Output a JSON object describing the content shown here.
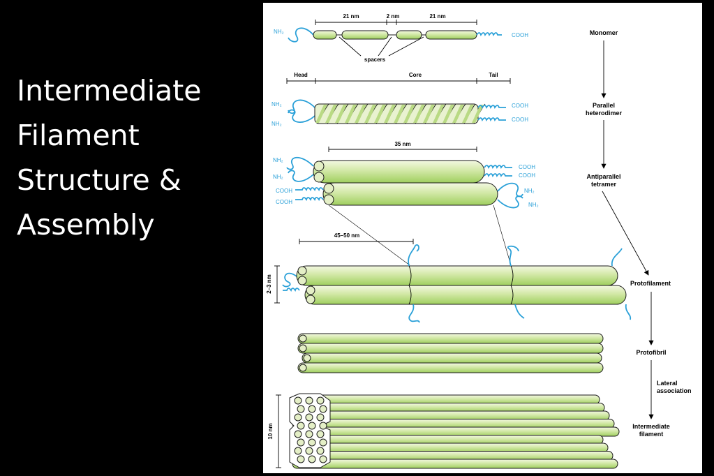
{
  "slide": {
    "title_lines": [
      "Intermediate",
      "Filament",
      "Structure &",
      "Assembly"
    ]
  },
  "figure": {
    "monomer": {
      "dim_left": "21 nm",
      "dim_mid": "2 nm",
      "dim_right": "21 nm",
      "spacers": "spacers",
      "nh2": "NH₂",
      "cooh": "COOH"
    },
    "regions": {
      "head": "Head",
      "core": "Core",
      "tail": "Tail"
    },
    "dimer": {
      "nh2": "NH₂",
      "cooh": "COOH"
    },
    "tetramer": {
      "length": "35 nm",
      "nh2": "NH₂",
      "cooh": "COOH"
    },
    "protofilament_dims": {
      "repeat": "45–50 nm",
      "width": "2–3 nm"
    },
    "filament_dims": {
      "width": "10 nm"
    },
    "stages": {
      "monomer": "Monomer",
      "dimer_l1": "Parallel",
      "dimer_l2": "heterodimer",
      "tetramer_l1": "Antiparallel",
      "tetramer_l2": "tetramer",
      "protofilament": "Protofilament",
      "protofibril": "Protofibril",
      "lateral_l1": "Lateral",
      "lateral_l2": "association",
      "filament_l1": "Intermediate",
      "filament_l2": "filament"
    }
  },
  "colors": {
    "rod_light": "#f3f8e2",
    "rod_dark": "#9fcf5f",
    "head_blue": "#2aa0d8",
    "panel": "#ffffff",
    "background": "#000000"
  }
}
